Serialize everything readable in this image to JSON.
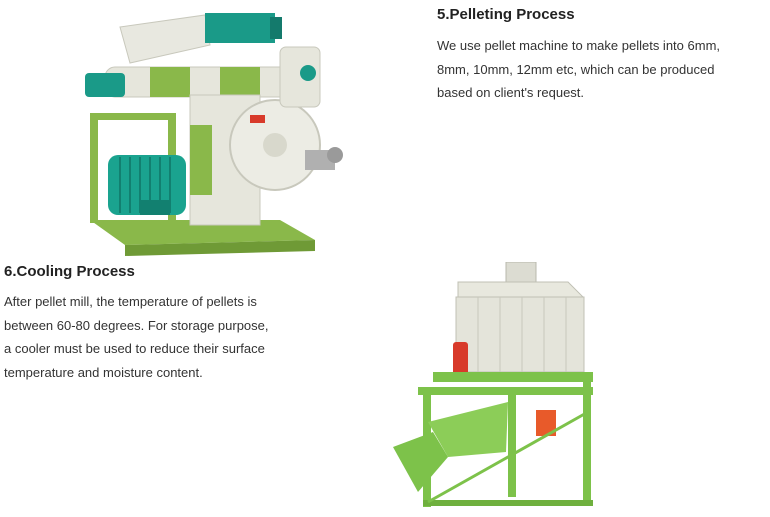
{
  "sections": {
    "pelleting": {
      "title": "5.Pelleting Process",
      "body": "We use pellet machine to make pellets into 6mm, 8mm, 10mm, 12mm etc, which can be produced based on client's request.",
      "image": "pellet-mill-machine"
    },
    "cooling": {
      "title": "6.Cooling Process",
      "body": "After pellet mill, the temperature of pellets is between 60-80 degrees. For storage purpose, a cooler must be used to reduce their surface temperature and moisture content.",
      "image": "counterflow-cooler-machine"
    }
  },
  "colors": {
    "machine_green": "#7fae3c",
    "motor_teal": "#1aa38f",
    "frame_green": "#7dc24a",
    "body_grey": "#e6e6dc",
    "accent_red": "#d83a2a"
  }
}
